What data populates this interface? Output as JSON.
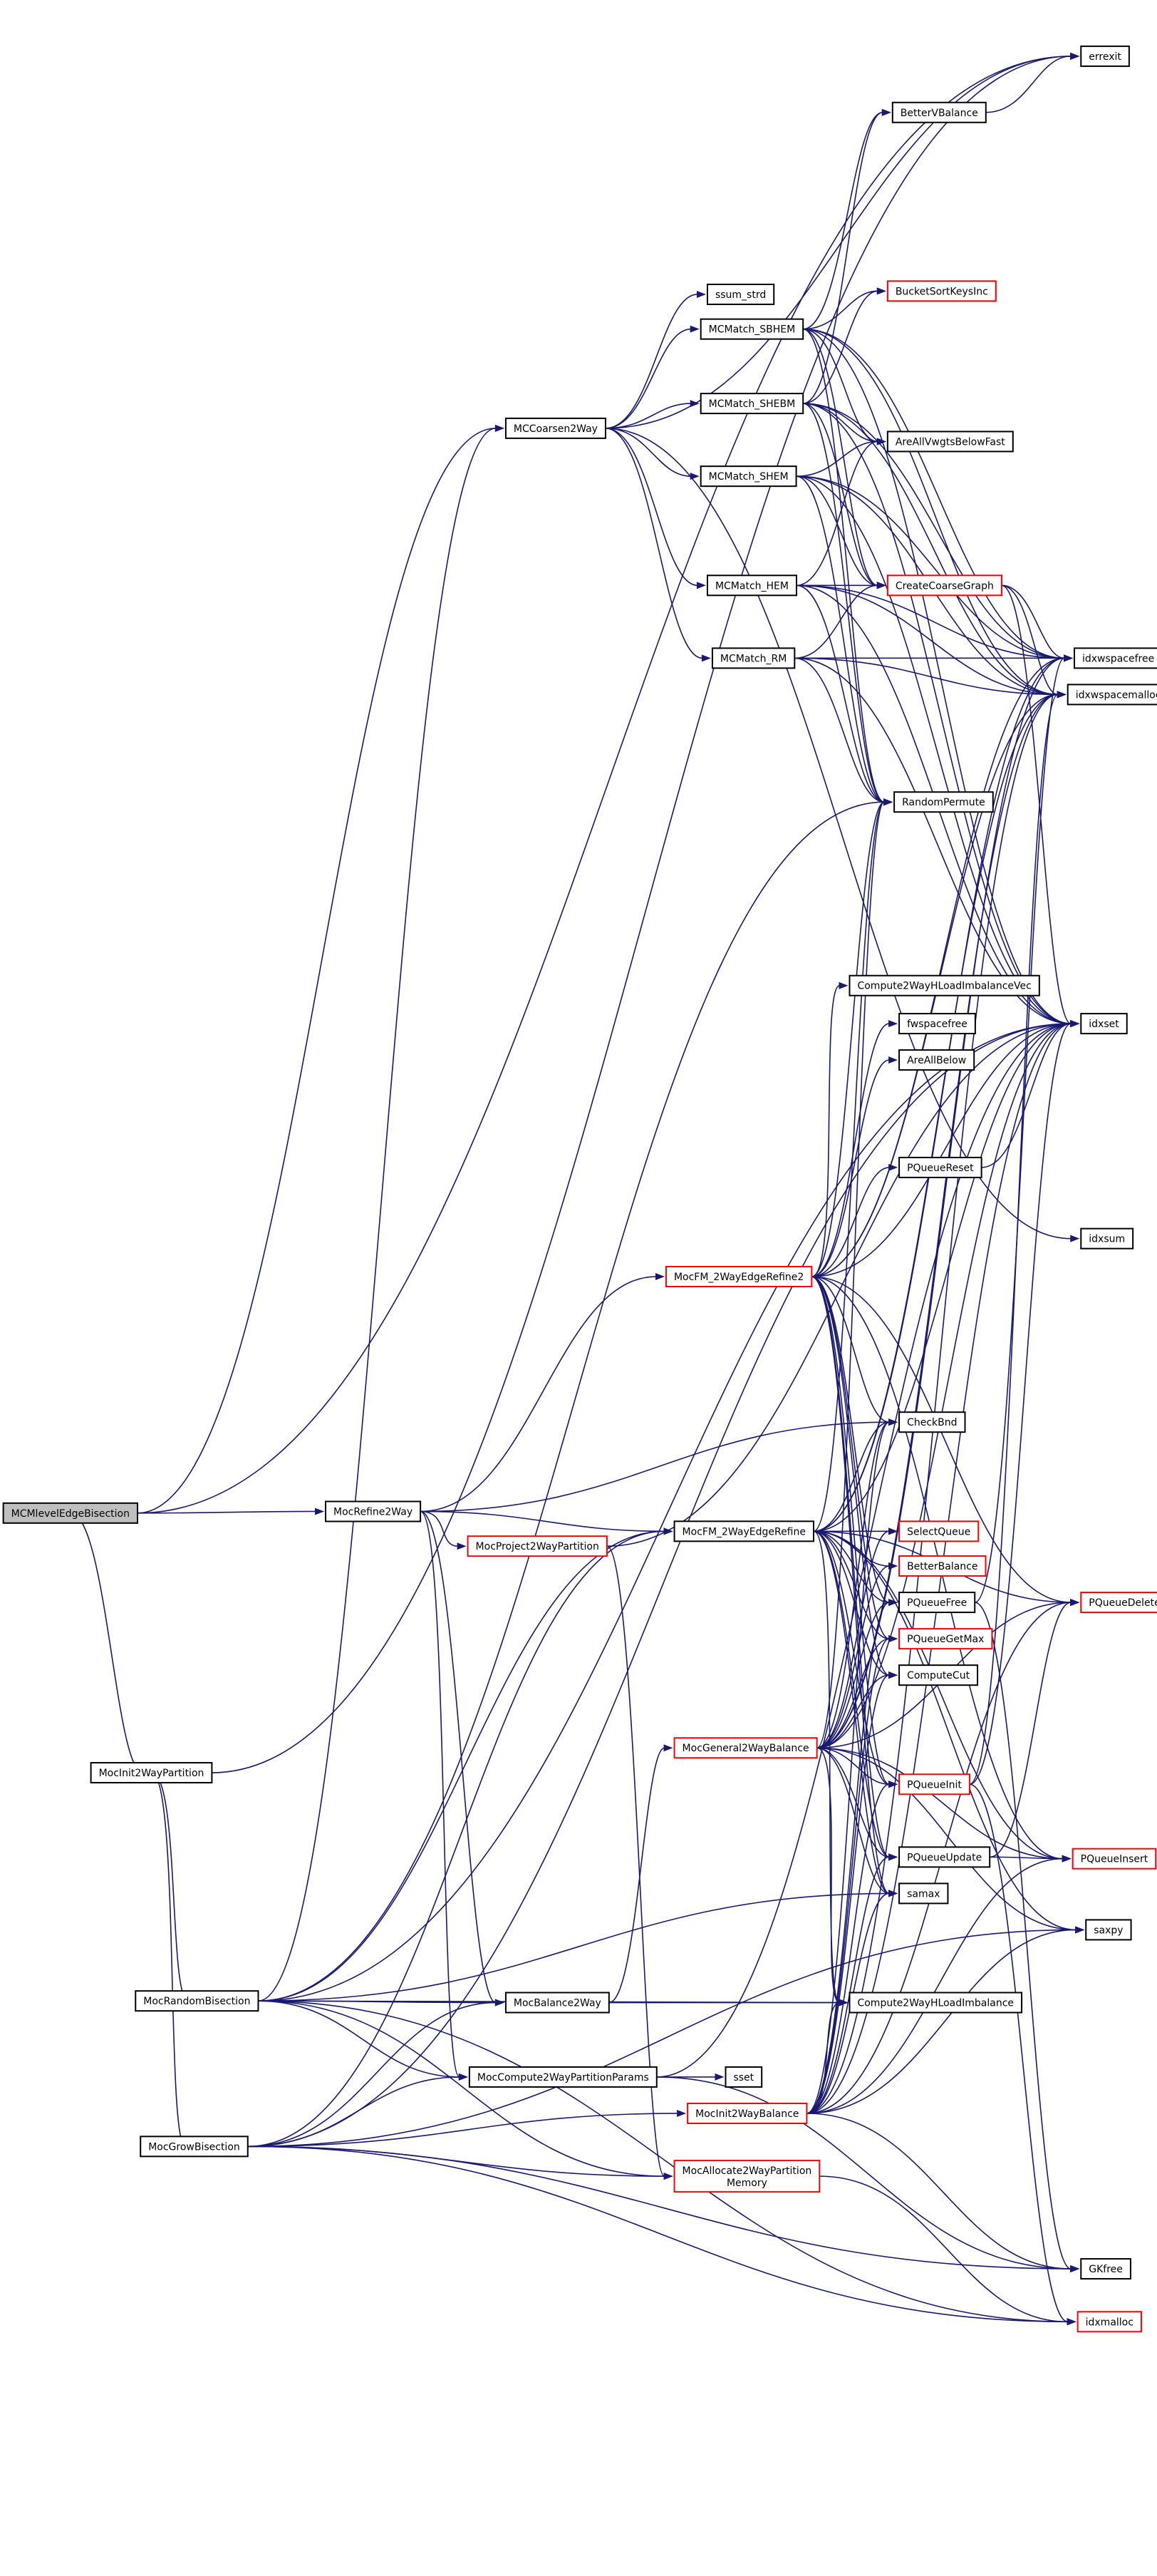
{
  "graph": {
    "title": "MCMlevelEdgeBisection call graph",
    "colors": {
      "edge": "#191970",
      "node_border": "#000000",
      "truncated_border": "#ff0000",
      "root_fill": "#bfbfbf"
    },
    "nodes": [
      {
        "id": "MCMlevelEdgeBisection",
        "label": "MCMlevelEdgeBisection",
        "root": true
      },
      {
        "id": "MCCoarsen2Way",
        "label": "MCCoarsen2Way"
      },
      {
        "id": "MocInit2WayPartition",
        "label": "MocInit2WayPartition"
      },
      {
        "id": "MocRefine2Way",
        "label": "MocRefine2Way"
      },
      {
        "id": "errexit",
        "label": "errexit"
      },
      {
        "id": "BetterVBalance",
        "label": "BetterVBalance"
      },
      {
        "id": "ssum_strd",
        "label": "ssum_strd"
      },
      {
        "id": "BucketSortKeysInc",
        "label": "BucketSortKeysInc",
        "truncated": true
      },
      {
        "id": "MCMatch_SBHEM",
        "label": "MCMatch_SBHEM"
      },
      {
        "id": "MCMatch_SHEBM",
        "label": "MCMatch_SHEBM"
      },
      {
        "id": "AreAllVwgtsBelowFast",
        "label": "AreAllVwgtsBelowFast"
      },
      {
        "id": "MCMatch_SHEM",
        "label": "MCMatch_SHEM"
      },
      {
        "id": "MCMatch_HEM",
        "label": "MCMatch_HEM"
      },
      {
        "id": "CreateCoarseGraph",
        "label": "CreateCoarseGraph",
        "truncated": true
      },
      {
        "id": "MCMatch_RM",
        "label": "MCMatch_RM"
      },
      {
        "id": "idxwspacefree",
        "label": "idxwspacefree"
      },
      {
        "id": "idxwspacemalloc",
        "label": "idxwspacemalloc"
      },
      {
        "id": "RandomPermute",
        "label": "RandomPermute"
      },
      {
        "id": "Compute2WayHLoadImbalanceVec",
        "label": "Compute2WayHLoadImbalanceVec"
      },
      {
        "id": "fwspacefree",
        "label": "fwspacefree"
      },
      {
        "id": "AreAllBelow",
        "label": "AreAllBelow"
      },
      {
        "id": "idxset",
        "label": "idxset"
      },
      {
        "id": "PQueueReset",
        "label": "PQueueReset"
      },
      {
        "id": "idxsum",
        "label": "idxsum"
      },
      {
        "id": "MocFM_2WayEdgeRefine2",
        "label": "MocFM_2WayEdgeRefine2",
        "truncated": true
      },
      {
        "id": "CheckBnd",
        "label": "CheckBnd"
      },
      {
        "id": "MocProject2WayPartition",
        "label": "MocProject2WayPartition",
        "truncated": true
      },
      {
        "id": "MocFM_2WayEdgeRefine",
        "label": "MocFM_2WayEdgeRefine"
      },
      {
        "id": "SelectQueue",
        "label": "SelectQueue",
        "truncated": true
      },
      {
        "id": "BetterBalance",
        "label": "BetterBalance",
        "truncated": true
      },
      {
        "id": "PQueueFree",
        "label": "PQueueFree"
      },
      {
        "id": "PQueueDelete",
        "label": "PQueueDelete",
        "truncated": true
      },
      {
        "id": "PQueueGetMax",
        "label": "PQueueGetMax",
        "truncated": true
      },
      {
        "id": "ComputeCut",
        "label": "ComputeCut"
      },
      {
        "id": "MocGeneral2WayBalance",
        "label": "MocGeneral2WayBalance",
        "truncated": true
      },
      {
        "id": "PQueueInit",
        "label": "PQueueInit",
        "truncated": true
      },
      {
        "id": "PQueueUpdate",
        "label": "PQueueUpdate"
      },
      {
        "id": "PQueueInsert",
        "label": "PQueueInsert",
        "truncated": true
      },
      {
        "id": "samax",
        "label": "samax"
      },
      {
        "id": "saxpy",
        "label": "saxpy"
      },
      {
        "id": "MocRandomBisection",
        "label": "MocRandomBisection"
      },
      {
        "id": "MocBalance2Way",
        "label": "MocBalance2Way"
      },
      {
        "id": "Compute2WayHLoadImbalance",
        "label": "Compute2WayHLoadImbalance"
      },
      {
        "id": "MocCompute2WayPartitionParams",
        "label": "MocCompute2WayPartitionParams"
      },
      {
        "id": "sset",
        "label": "sset"
      },
      {
        "id": "MocInit2WayBalance",
        "label": "MocInit2WayBalance",
        "truncated": true
      },
      {
        "id": "MocGrowBisection",
        "label": "MocGrowBisection"
      },
      {
        "id": "MocAllocate2WayPartitionMemory",
        "label": "MocAllocate2WayPartition\nMemory",
        "truncated": true
      },
      {
        "id": "GKfree",
        "label": "GKfree"
      },
      {
        "id": "idxmalloc",
        "label": "idxmalloc",
        "truncated": true
      }
    ],
    "edges": [
      [
        "MCMlevelEdgeBisection",
        "errexit"
      ],
      [
        "MCMlevelEdgeBisection",
        "MCCoarsen2Way"
      ],
      [
        "MCMlevelEdgeBisection",
        "MocRefine2Way"
      ],
      [
        "MCMlevelEdgeBisection",
        "MocInit2WayPartition"
      ],
      [
        "MCCoarsen2Way",
        "errexit"
      ],
      [
        "MCCoarsen2Way",
        "ssum_strd"
      ],
      [
        "MCCoarsen2Way",
        "MCMatch_SBHEM"
      ],
      [
        "MCCoarsen2Way",
        "MCMatch_SHEBM"
      ],
      [
        "MCCoarsen2Way",
        "MCMatch_SHEM"
      ],
      [
        "MCCoarsen2Way",
        "MCMatch_HEM"
      ],
      [
        "MCCoarsen2Way",
        "MCMatch_RM"
      ],
      [
        "MCCoarsen2Way",
        "idxsum"
      ],
      [
        "MCMatch_SBHEM",
        "BetterVBalance"
      ],
      [
        "MCMatch_SBHEM",
        "BucketSortKeysInc"
      ],
      [
        "MCMatch_SBHEM",
        "AreAllVwgtsBelowFast"
      ],
      [
        "MCMatch_SBHEM",
        "CreateCoarseGraph"
      ],
      [
        "MCMatch_SBHEM",
        "idxwspacefree"
      ],
      [
        "MCMatch_SBHEM",
        "idxwspacemalloc"
      ],
      [
        "MCMatch_SBHEM",
        "RandomPermute"
      ],
      [
        "MCMatch_SBHEM",
        "idxset"
      ],
      [
        "MCMatch_SHEBM",
        "BetterVBalance"
      ],
      [
        "MCMatch_SHEBM",
        "BucketSortKeysInc"
      ],
      [
        "MCMatch_SHEBM",
        "AreAllVwgtsBelowFast"
      ],
      [
        "MCMatch_SHEBM",
        "CreateCoarseGraph"
      ],
      [
        "MCMatch_SHEBM",
        "idxwspacefree"
      ],
      [
        "MCMatch_SHEBM",
        "idxwspacemalloc"
      ],
      [
        "MCMatch_SHEBM",
        "RandomPermute"
      ],
      [
        "MCMatch_SHEBM",
        "idxset"
      ],
      [
        "MCMatch_SHEM",
        "AreAllVwgtsBelowFast"
      ],
      [
        "MCMatch_SHEM",
        "CreateCoarseGraph"
      ],
      [
        "MCMatch_SHEM",
        "idxwspacefree"
      ],
      [
        "MCMatch_SHEM",
        "idxwspacemalloc"
      ],
      [
        "MCMatch_SHEM",
        "RandomPermute"
      ],
      [
        "MCMatch_SHEM",
        "idxset"
      ],
      [
        "MCMatch_HEM",
        "AreAllVwgtsBelowFast"
      ],
      [
        "MCMatch_HEM",
        "CreateCoarseGraph"
      ],
      [
        "MCMatch_HEM",
        "idxwspacefree"
      ],
      [
        "MCMatch_HEM",
        "idxwspacemalloc"
      ],
      [
        "MCMatch_HEM",
        "RandomPermute"
      ],
      [
        "MCMatch_HEM",
        "idxset"
      ],
      [
        "MCMatch_RM",
        "CreateCoarseGraph"
      ],
      [
        "MCMatch_RM",
        "idxwspacefree"
      ],
      [
        "MCMatch_RM",
        "idxwspacemalloc"
      ],
      [
        "MCMatch_RM",
        "RandomPermute"
      ],
      [
        "MCMatch_RM",
        "idxset"
      ],
      [
        "CreateCoarseGraph",
        "idxwspacefree"
      ],
      [
        "CreateCoarseGraph",
        "idxwspacemalloc"
      ],
      [
        "CreateCoarseGraph",
        "idxset"
      ],
      [
        "BetterVBalance",
        "errexit"
      ],
      [
        "MocInit2WayPartition",
        "errexit"
      ],
      [
        "MocInit2WayPartition",
        "MocRandomBisection"
      ],
      [
        "MocInit2WayPartition",
        "MocGrowBisection"
      ],
      [
        "MocRefine2Way",
        "MocFM_2WayEdgeRefine2"
      ],
      [
        "MocRefine2Way",
        "CheckBnd"
      ],
      [
        "MocRefine2Way",
        "MocFM_2WayEdgeRefine"
      ],
      [
        "MocRefine2Way",
        "MocProject2WayPartition"
      ],
      [
        "MocRefine2Way",
        "MocBalance2Way"
      ],
      [
        "MocRefine2Way",
        "MocCompute2WayPartitionParams"
      ],
      [
        "MocProject2WayPartition",
        "idxset"
      ],
      [
        "MocProject2WayPartition",
        "MocAllocate2WayPartitionMemory"
      ],
      [
        "MocFM_2WayEdgeRefine2",
        "RandomPermute"
      ],
      [
        "MocFM_2WayEdgeRefine2",
        "Compute2WayHLoadImbalanceVec"
      ],
      [
        "MocFM_2WayEdgeRefine2",
        "fwspacefree"
      ],
      [
        "MocFM_2WayEdgeRefine2",
        "AreAllBelow"
      ],
      [
        "MocFM_2WayEdgeRefine2",
        "PQueueReset"
      ],
      [
        "MocFM_2WayEdgeRefine2",
        "idxwspacefree"
      ],
      [
        "MocFM_2WayEdgeRefine2",
        "idxwspacemalloc"
      ],
      [
        "MocFM_2WayEdgeRefine2",
        "idxset"
      ],
      [
        "MocFM_2WayEdgeRefine2",
        "CheckBnd"
      ],
      [
        "MocFM_2WayEdgeRefine2",
        "PQueueFree"
      ],
      [
        "MocFM_2WayEdgeRefine2",
        "PQueueGetMax"
      ],
      [
        "MocFM_2WayEdgeRefine2",
        "PQueueInit"
      ],
      [
        "MocFM_2WayEdgeRefine2",
        "PQueueInsert"
      ],
      [
        "MocFM_2WayEdgeRefine2",
        "PQueueUpdate"
      ],
      [
        "MocFM_2WayEdgeRefine2",
        "PQueueDelete"
      ],
      [
        "MocFM_2WayEdgeRefine2",
        "samax"
      ],
      [
        "MocFM_2WayEdgeRefine2",
        "ComputeCut"
      ],
      [
        "MocFM_2WayEdgeRefine",
        "RandomPermute"
      ],
      [
        "MocFM_2WayEdgeRefine",
        "SelectQueue"
      ],
      [
        "MocFM_2WayEdgeRefine",
        "BetterBalance"
      ],
      [
        "MocFM_2WayEdgeRefine",
        "CheckBnd"
      ],
      [
        "MocFM_2WayEdgeRefine",
        "PQueueFree"
      ],
      [
        "MocFM_2WayEdgeRefine",
        "PQueueGetMax"
      ],
      [
        "MocFM_2WayEdgeRefine",
        "ComputeCut"
      ],
      [
        "MocFM_2WayEdgeRefine",
        "PQueueInit"
      ],
      [
        "MocFM_2WayEdgeRefine",
        "PQueueUpdate"
      ],
      [
        "MocFM_2WayEdgeRefine",
        "PQueueInsert"
      ],
      [
        "MocFM_2WayEdgeRefine",
        "PQueueDelete"
      ],
      [
        "MocFM_2WayEdgeRefine",
        "samax"
      ],
      [
        "MocFM_2WayEdgeRefine",
        "saxpy"
      ],
      [
        "MocFM_2WayEdgeRefine",
        "Compute2WayHLoadImbalance"
      ],
      [
        "MocFM_2WayEdgeRefine",
        "idxwspacemalloc"
      ],
      [
        "MocFM_2WayEdgeRefine",
        "idxwspacefree"
      ],
      [
        "MocFM_2WayEdgeRefine",
        "idxset"
      ],
      [
        "MocGeneral2WayBalance",
        "RandomPermute"
      ],
      [
        "MocGeneral2WayBalance",
        "CheckBnd"
      ],
      [
        "MocGeneral2WayBalance",
        "SelectQueue"
      ],
      [
        "MocGeneral2WayBalance",
        "BetterBalance"
      ],
      [
        "MocGeneral2WayBalance",
        "PQueueFree"
      ],
      [
        "MocGeneral2WayBalance",
        "PQueueGetMax"
      ],
      [
        "MocGeneral2WayBalance",
        "ComputeCut"
      ],
      [
        "MocGeneral2WayBalance",
        "PQueueInit"
      ],
      [
        "MocGeneral2WayBalance",
        "PQueueUpdate"
      ],
      [
        "MocGeneral2WayBalance",
        "PQueueInsert"
      ],
      [
        "MocGeneral2WayBalance",
        "PQueueDelete"
      ],
      [
        "MocGeneral2WayBalance",
        "samax"
      ],
      [
        "MocGeneral2WayBalance",
        "saxpy"
      ],
      [
        "MocGeneral2WayBalance",
        "Compute2WayHLoadImbalance"
      ],
      [
        "MocGeneral2WayBalance",
        "idxwspacemalloc"
      ],
      [
        "MocGeneral2WayBalance",
        "idxwspacefree"
      ],
      [
        "MocGeneral2WayBalance",
        "idxset"
      ],
      [
        "MocBalance2Way",
        "MocGeneral2WayBalance"
      ],
      [
        "MocBalance2Way",
        "Compute2WayHLoadImbalance"
      ],
      [
        "MocRandomBisection",
        "MCCoarsen2Way"
      ],
      [
        "MocRandomBisection",
        "MocFM_2WayEdgeRefine"
      ],
      [
        "MocRandomBisection",
        "MocBalance2Way"
      ],
      [
        "MocRandomBisection",
        "MocCompute2WayPartitionParams"
      ],
      [
        "MocRandomBisection",
        "MocAllocate2WayPartitionMemory"
      ],
      [
        "MocRandomBisection",
        "samax"
      ],
      [
        "MocRandomBisection",
        "idxset"
      ],
      [
        "MocRandomBisection",
        "Compute2WayHLoadImbalance"
      ],
      [
        "MocRandomBisection",
        "idxmalloc"
      ],
      [
        "MocRandomBisection",
        "RandomPermute"
      ],
      [
        "MocGrowBisection",
        "MocBalance2Way"
      ],
      [
        "MocGrowBisection",
        "MocCompute2WayPartitionParams"
      ],
      [
        "MocGrowBisection",
        "MocInit2WayBalance"
      ],
      [
        "MocGrowBisection",
        "MocAllocate2WayPartitionMemory"
      ],
      [
        "MocGrowBisection",
        "MocFM_2WayEdgeRefine"
      ],
      [
        "MocGrowBisection",
        "GKfree"
      ],
      [
        "MocGrowBisection",
        "idxmalloc"
      ],
      [
        "MocGrowBisection",
        "saxpy"
      ],
      [
        "MocGrowBisection",
        "idxset"
      ],
      [
        "MocCompute2WayPartitionParams",
        "sset"
      ],
      [
        "MocCompute2WayPartitionParams",
        "idxset"
      ],
      [
        "MocCompute2WayPartitionParams",
        "GKfree"
      ],
      [
        "MocInit2WayBalance",
        "PQueueInit"
      ],
      [
        "MocInit2WayBalance",
        "PQueueInsert"
      ],
      [
        "MocInit2WayBalance",
        "PQueueGetMax"
      ],
      [
        "MocInit2WayBalance",
        "PQueueFree"
      ],
      [
        "MocInit2WayBalance",
        "PQueueUpdate"
      ],
      [
        "MocInit2WayBalance",
        "PQueueDelete"
      ],
      [
        "MocInit2WayBalance",
        "samax"
      ],
      [
        "MocInit2WayBalance",
        "saxpy"
      ],
      [
        "MocInit2WayBalance",
        "idxset"
      ],
      [
        "MocInit2WayBalance",
        "Compute2WayHLoadImbalance"
      ],
      [
        "MocInit2WayBalance",
        "ComputeCut"
      ],
      [
        "MocInit2WayBalance",
        "GKfree"
      ],
      [
        "MocInit2WayBalance",
        "idxwspacemalloc"
      ],
      [
        "MocInit2WayBalance",
        "CheckBnd"
      ],
      [
        "MocAllocate2WayPartitionMemory",
        "idxmalloc"
      ],
      [
        "PQueueInit",
        "idxwspacemalloc"
      ],
      [
        "PQueueInit",
        "idxset"
      ],
      [
        "PQueueInit",
        "idxmalloc"
      ],
      [
        "PQueueFree",
        "idxwspacefree"
      ],
      [
        "PQueueFree",
        "GKfree"
      ],
      [
        "PQueueUpdate",
        "PQueueDelete"
      ],
      [
        "PQueueUpdate",
        "PQueueInsert"
      ],
      [
        "PQueueReset",
        "idxset"
      ]
    ]
  }
}
